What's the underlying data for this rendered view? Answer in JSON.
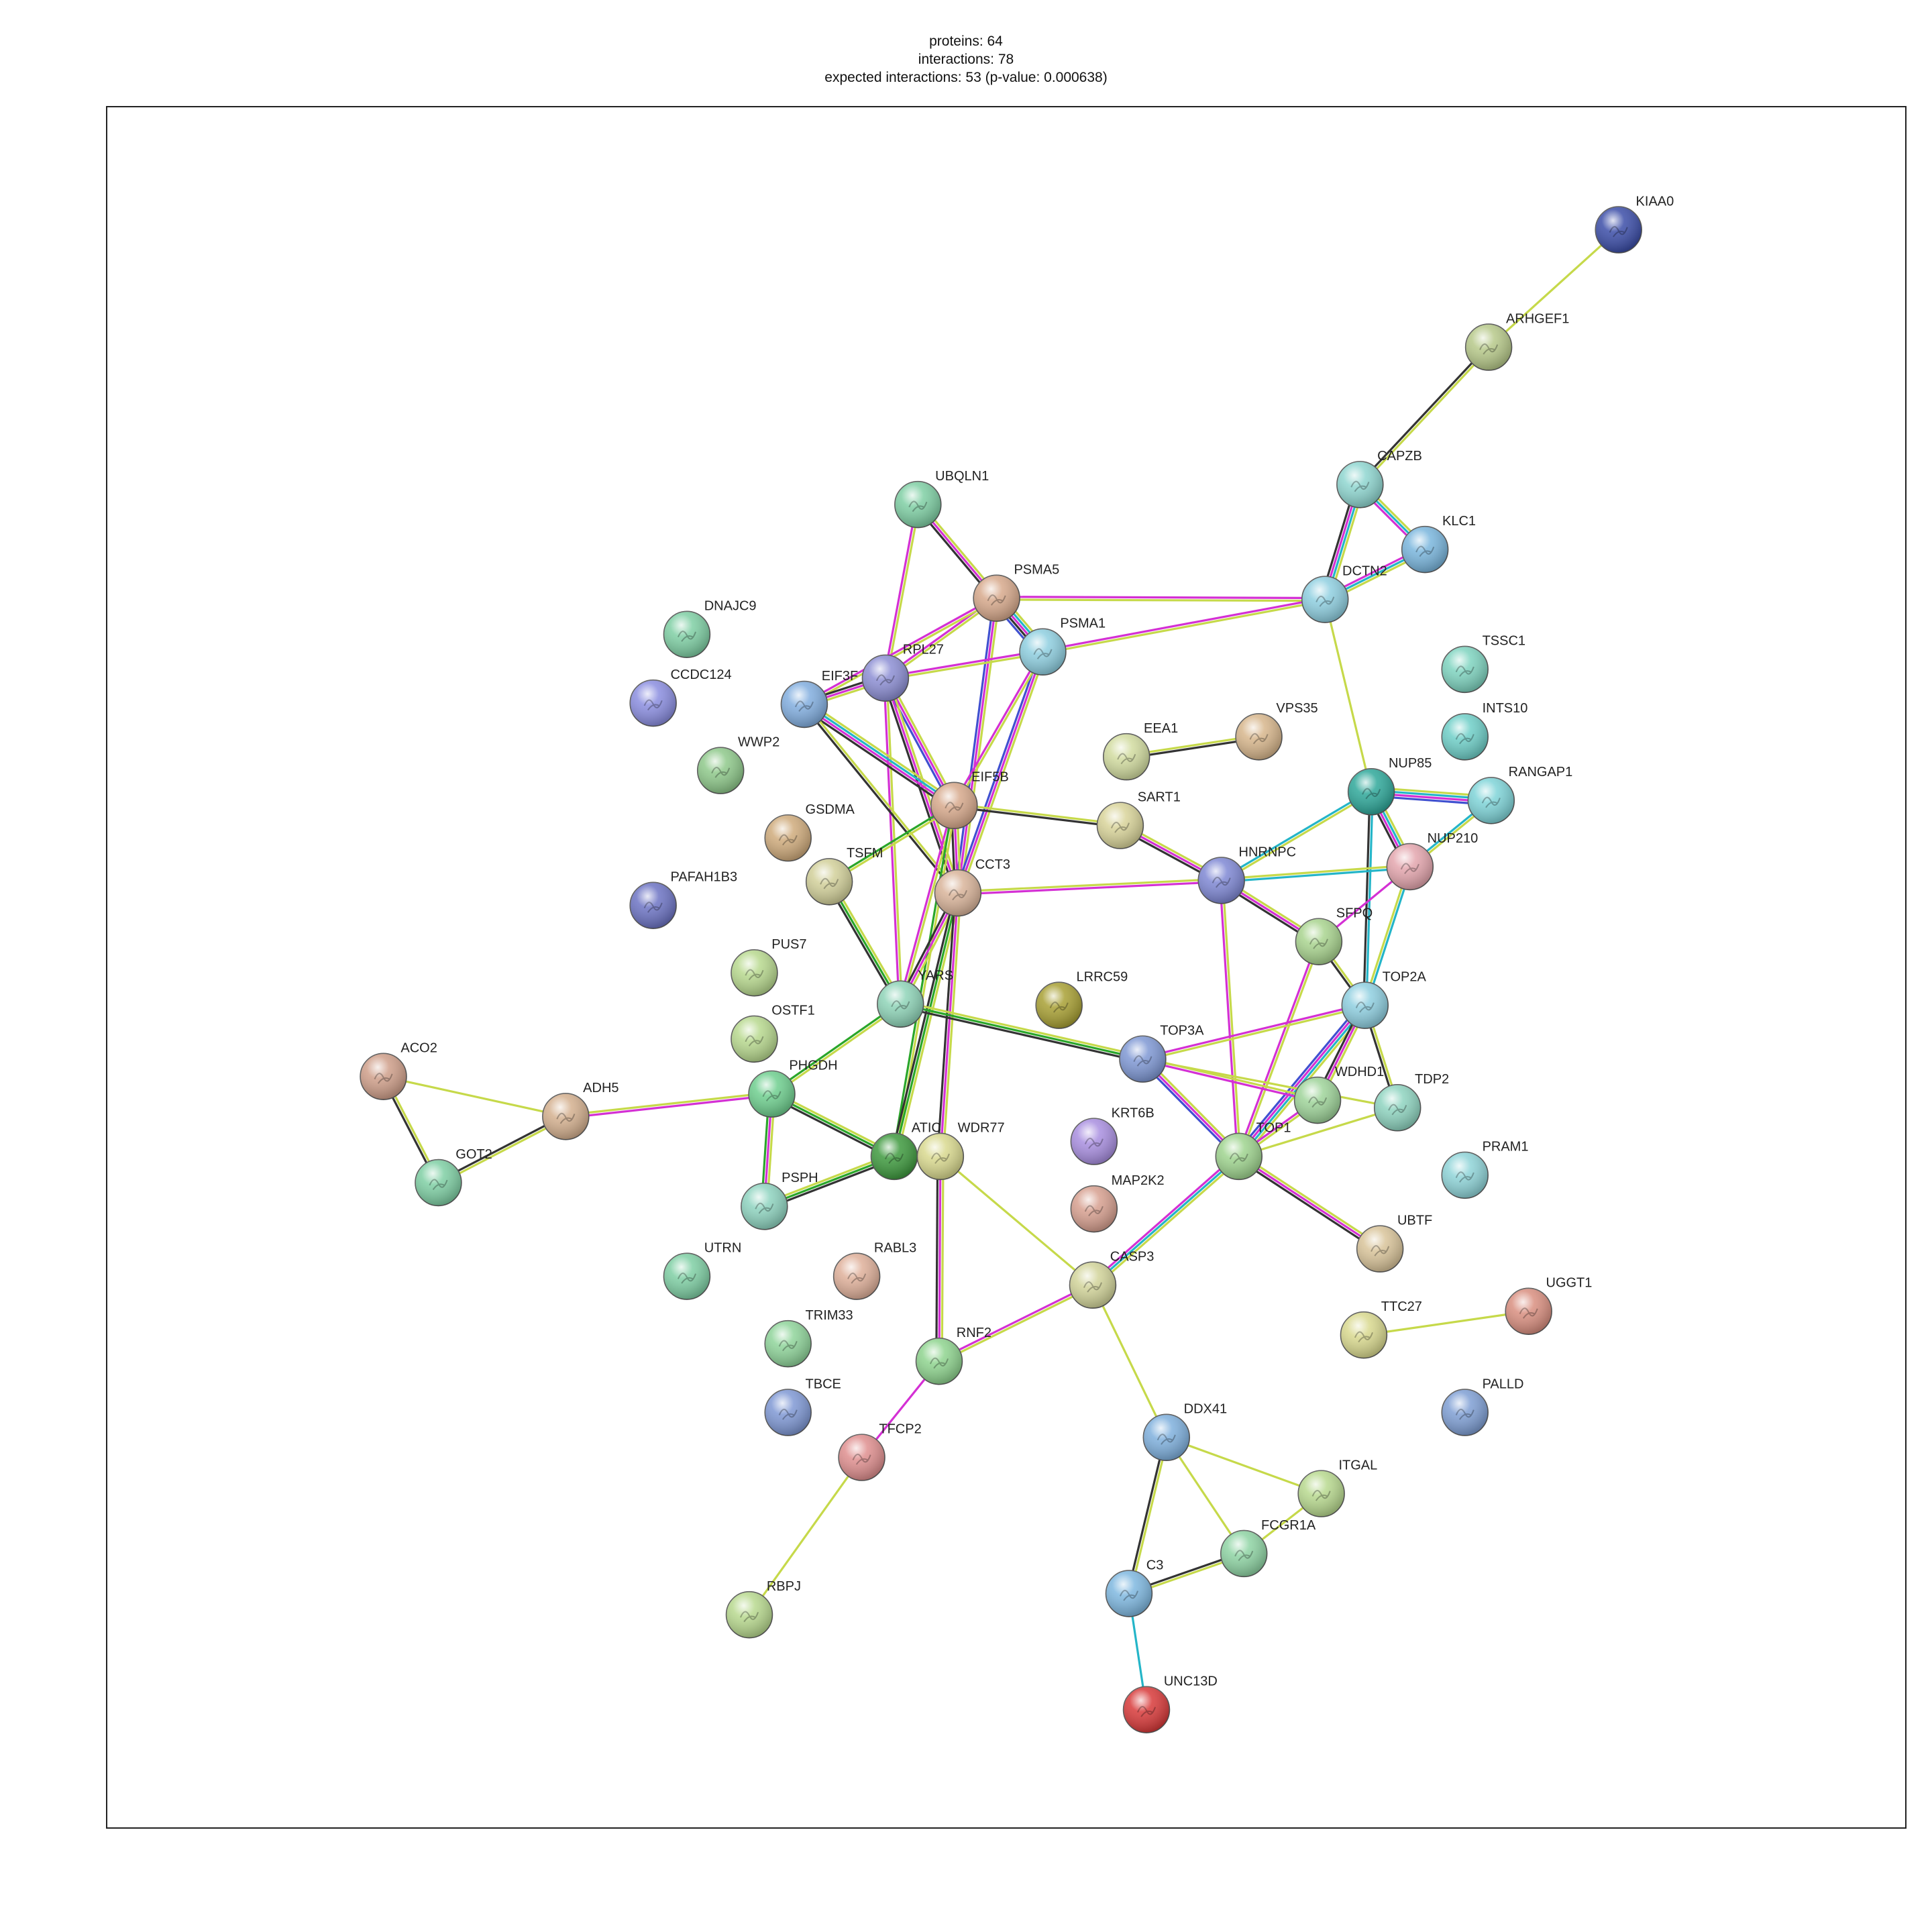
{
  "header": {
    "proteins_line": "proteins: 64",
    "interactions_line": "interactions: 78",
    "expected_line": "expected interactions: 53 (p-value: 0.000638)"
  },
  "edge_colors": {
    "text_mining": "#c6d94a",
    "experiments": "#d430d4",
    "databases": "#24b5c8",
    "coexpression": "#333333",
    "neighborhood": "#2aa62a",
    "homology": "#4050d0"
  },
  "nodes": [
    {
      "id": "KIAA0",
      "label": "KIAA0",
      "color": "#3c4ea8"
    },
    {
      "id": "ARHGEF1",
      "label": "ARHGEF1",
      "color": "#b7c98a"
    },
    {
      "id": "CAPZB",
      "label": "CAPZB",
      "color": "#8fd6d0"
    },
    {
      "id": "KLC1",
      "label": "KLC1",
      "color": "#7ab6dd"
    },
    {
      "id": "DCTN2",
      "label": "DCTN2",
      "color": "#8fcfe0"
    },
    {
      "id": "UBQLN1",
      "label": "UBQLN1",
      "color": "#7fcfa4"
    },
    {
      "id": "PSMA5",
      "label": "PSMA5",
      "color": "#d7a98c"
    },
    {
      "id": "PSMA1",
      "label": "PSMA1",
      "color": "#8fcfe0"
    },
    {
      "id": "RPL27",
      "label": "RPL27",
      "color": "#8d8fd4"
    },
    {
      "id": "EIF3F",
      "label": "EIF3F",
      "color": "#82aedf"
    },
    {
      "id": "DNAJC9",
      "label": "DNAJC9",
      "color": "#7fcfa4"
    },
    {
      "id": "CCDC124",
      "label": "CCDC124",
      "color": "#8b8ee0"
    },
    {
      "id": "WWP2",
      "label": "WWP2",
      "color": "#8fc98b"
    },
    {
      "id": "TSSC1",
      "label": "TSSC1",
      "color": "#7fd4c0"
    },
    {
      "id": "INTS10",
      "label": "INTS10",
      "color": "#6fcfc8"
    },
    {
      "id": "EEA1",
      "label": "EEA1",
      "color": "#d2dca0"
    },
    {
      "id": "VPS35",
      "label": "VPS35",
      "color": "#d7b68c"
    },
    {
      "id": "NUP85",
      "label": "NUP85",
      "color": "#2fa89a"
    },
    {
      "id": "RANGAP1",
      "label": "RANGAP1",
      "color": "#7fd4d8"
    },
    {
      "id": "EIF5B",
      "label": "EIF5B",
      "color": "#d7a98c"
    },
    {
      "id": "SART1",
      "label": "SART1",
      "color": "#d9d49a"
    },
    {
      "id": "GSDMA",
      "label": "GSDMA",
      "color": "#cfab7c"
    },
    {
      "id": "TSFM",
      "label": "TSFM",
      "color": "#d2d09a"
    },
    {
      "id": "CCT3",
      "label": "CCT3",
      "color": "#d9b49a"
    },
    {
      "id": "HNRNPC",
      "label": "HNRNPC",
      "color": "#7f88d4"
    },
    {
      "id": "NUP210",
      "label": "NUP210",
      "color": "#e4a6ae"
    },
    {
      "id": "PAFAH1B3",
      "label": "PAFAH1B3",
      "color": "#6d74c4"
    },
    {
      "id": "SFPQ",
      "label": "SFPQ",
      "color": "#a9d48f"
    },
    {
      "id": "PUS7",
      "label": "PUS7",
      "color": "#b8d98f"
    },
    {
      "id": "YARS",
      "label": "YARS",
      "color": "#8fd4b8"
    },
    {
      "id": "LRRC59",
      "label": "LRRC59",
      "color": "#a8a034"
    },
    {
      "id": "TOP2A",
      "label": "TOP2A",
      "color": "#8fcfe0"
    },
    {
      "id": "OSTF1",
      "label": "OSTF1",
      "color": "#b8d98f"
    },
    {
      "id": "TOP3A",
      "label": "TOP3A",
      "color": "#7f98d4"
    },
    {
      "id": "ACO2",
      "label": "ACO2",
      "color": "#cf9f8a"
    },
    {
      "id": "PHGDH",
      "label": "PHGDH",
      "color": "#6fcf8f"
    },
    {
      "id": "ADH5",
      "label": "ADH5",
      "color": "#d4b08f"
    },
    {
      "id": "WDHD1",
      "label": "WDHD1",
      "color": "#9fd49a"
    },
    {
      "id": "TDP2",
      "label": "TDP2",
      "color": "#8fd4c0"
    },
    {
      "id": "KRT6B",
      "label": "KRT6B",
      "color": "#a98fe0"
    },
    {
      "id": "ATIC",
      "label": "ATIC",
      "color": "#3f9a3f"
    },
    {
      "id": "WDR77",
      "label": "WDR77",
      "color": "#d9d98f"
    },
    {
      "id": "TOP1",
      "label": "TOP1",
      "color": "#9fd48f"
    },
    {
      "id": "GOT2",
      "label": "GOT2",
      "color": "#7fcfa4"
    },
    {
      "id": "PSPH",
      "label": "PSPH",
      "color": "#8fd4c0"
    },
    {
      "id": "PRAM1",
      "label": "PRAM1",
      "color": "#8fd4d8"
    },
    {
      "id": "MAP2K2",
      "label": "MAP2K2",
      "color": "#d7a090"
    },
    {
      "id": "UBTF",
      "label": "UBTF",
      "color": "#d9c49a"
    },
    {
      "id": "UTRN",
      "label": "UTRN",
      "color": "#7fcfa4"
    },
    {
      "id": "RABL3",
      "label": "RABL3",
      "color": "#dfb09a"
    },
    {
      "id": "CASP3",
      "label": "CASP3",
      "color": "#d2d49a"
    },
    {
      "id": "UGGT1",
      "label": "UGGT1",
      "color": "#d98f80"
    },
    {
      "id": "TTC27",
      "label": "TTC27",
      "color": "#d9d98f"
    },
    {
      "id": "TRIM33",
      "label": "TRIM33",
      "color": "#8fd49a"
    },
    {
      "id": "RNF2",
      "label": "RNF2",
      "color": "#8fd48f"
    },
    {
      "id": "TBCE",
      "label": "TBCE",
      "color": "#7f98d4"
    },
    {
      "id": "PALLD",
      "label": "PALLD",
      "color": "#7f9fd4"
    },
    {
      "id": "TFCP2",
      "label": "TFCP2",
      "color": "#df8f8f"
    },
    {
      "id": "DDX41",
      "label": "DDX41",
      "color": "#7fb0dd"
    },
    {
      "id": "ITGAL",
      "label": "ITGAL",
      "color": "#b8d98f"
    },
    {
      "id": "FCGR1A",
      "label": "FCGR1A",
      "color": "#8fd4a4"
    },
    {
      "id": "C3",
      "label": "C3",
      "color": "#7fb8e0"
    },
    {
      "id": "RBPJ",
      "label": "RBPJ",
      "color": "#b8d98f"
    },
    {
      "id": "UNC13D",
      "label": "UNC13D",
      "color": "#d83a3a"
    }
  ],
  "edges": [
    {
      "from": "KIAA0",
      "to": "ARHGEF1",
      "types": [
        "text_mining"
      ]
    },
    {
      "from": "ARHGEF1",
      "to": "CAPZB",
      "types": [
        "text_mining",
        "coexpression"
      ]
    },
    {
      "from": "CAPZB",
      "to": "KLC1",
      "types": [
        "text_mining",
        "databases",
        "experiments"
      ]
    },
    {
      "from": "CAPZB",
      "to": "DCTN2",
      "types": [
        "text_mining",
        "databases",
        "experiments",
        "coexpression"
      ]
    },
    {
      "from": "KLC1",
      "to": "DCTN2",
      "types": [
        "text_mining",
        "databases",
        "experiments"
      ]
    },
    {
      "from": "DCTN2",
      "to": "PSMA5",
      "types": [
        "text_mining",
        "experiments"
      ]
    },
    {
      "from": "DCTN2",
      "to": "PSMA1",
      "types": [
        "text_mining",
        "experiments"
      ]
    },
    {
      "from": "DCTN2",
      "to": "NUP85",
      "types": [
        "text_mining"
      ]
    },
    {
      "from": "UBQLN1",
      "to": "PSMA5",
      "types": [
        "text_mining",
        "experiments",
        "coexpression"
      ]
    },
    {
      "from": "UBQLN1",
      "to": "RPL27",
      "types": [
        "text_mining",
        "experiments"
      ]
    },
    {
      "from": "PSMA5",
      "to": "PSMA1",
      "types": [
        "text_mining",
        "databases",
        "experiments",
        "coexpression",
        "homology"
      ]
    },
    {
      "from": "PSMA5",
      "to": "RPL27",
      "types": [
        "text_mining",
        "experiments"
      ]
    },
    {
      "from": "PSMA5",
      "to": "EIF3F",
      "types": [
        "text_mining",
        "experiments"
      ]
    },
    {
      "from": "PSMA5",
      "to": "CCT3",
      "types": [
        "text_mining",
        "experiments",
        "homology"
      ]
    },
    {
      "from": "PSMA1",
      "to": "RPL27",
      "types": [
        "text_mining",
        "experiments"
      ]
    },
    {
      "from": "PSMA1",
      "to": "CCT3",
      "types": [
        "text_mining",
        "experiments",
        "homology"
      ]
    },
    {
      "from": "PSMA1",
      "to": "EIF5B",
      "types": [
        "text_mining",
        "experiments"
      ]
    },
    {
      "from": "RPL27",
      "to": "EIF3F",
      "types": [
        "text_mining",
        "experiments",
        "coexpression"
      ]
    },
    {
      "from": "RPL27",
      "to": "EIF5B",
      "types": [
        "text_mining",
        "experiments",
        "homology"
      ]
    },
    {
      "from": "RPL27",
      "to": "CCT3",
      "types": [
        "text_mining",
        "experiments",
        "coexpression"
      ]
    },
    {
      "from": "RPL27",
      "to": "YARS",
      "types": [
        "text_mining",
        "experiments"
      ]
    },
    {
      "from": "EIF3F",
      "to": "EIF5B",
      "types": [
        "text_mining",
        "databases",
        "experiments",
        "coexpression"
      ]
    },
    {
      "from": "EIF3F",
      "to": "CCT3",
      "types": [
        "text_mining",
        "coexpression"
      ]
    },
    {
      "from": "EEA1",
      "to": "VPS35",
      "types": [
        "text_mining",
        "coexpression"
      ]
    },
    {
      "from": "EIF5B",
      "to": "SART1",
      "types": [
        "text_mining",
        "coexpression"
      ]
    },
    {
      "from": "EIF5B",
      "to": "TSFM",
      "types": [
        "text_mining",
        "neighborhood"
      ]
    },
    {
      "from": "EIF5B",
      "to": "CCT3",
      "types": [
        "text_mining",
        "experiments",
        "coexpression"
      ]
    },
    {
      "from": "EIF5B",
      "to": "YARS",
      "types": [
        "text_mining",
        "experiments"
      ]
    },
    {
      "from": "EIF5B",
      "to": "ATIC",
      "types": [
        "text_mining",
        "neighborhood"
      ]
    },
    {
      "from": "SART1",
      "to": "HNRNPC",
      "types": [
        "text_mining",
        "experiments",
        "coexpression"
      ]
    },
    {
      "from": "TSFM",
      "to": "YARS",
      "types": [
        "text_mining",
        "neighborhood",
        "coexpression"
      ]
    },
    {
      "from": "CCT3",
      "to": "HNRNPC",
      "types": [
        "text_mining",
        "experiments"
      ]
    },
    {
      "from": "CCT3",
      "to": "YARS",
      "types": [
        "text_mining",
        "experiments",
        "coexpression"
      ]
    },
    {
      "from": "CCT3",
      "to": "ATIC",
      "types": [
        "text_mining",
        "neighborhood",
        "coexpression"
      ]
    },
    {
      "from": "CCT3",
      "to": "WDR77",
      "types": [
        "text_mining",
        "experiments",
        "coexpression"
      ]
    },
    {
      "from": "NUP85",
      "to": "RANGAP1",
      "types": [
        "text_mining",
        "databases",
        "experiments",
        "homology"
      ]
    },
    {
      "from": "NUP85",
      "to": "NUP210",
      "types": [
        "text_mining",
        "databases",
        "experiments",
        "coexpression"
      ]
    },
    {
      "from": "NUP85",
      "to": "HNRNPC",
      "types": [
        "text_mining",
        "databases"
      ]
    },
    {
      "from": "NUP85",
      "to": "TOP2A",
      "types": [
        "databases",
        "coexpression"
      ]
    },
    {
      "from": "RANGAP1",
      "to": "NUP210",
      "types": [
        "text_mining",
        "databases"
      ]
    },
    {
      "from": "HNRNPC",
      "to": "NUP210",
      "types": [
        "text_mining",
        "databases"
      ]
    },
    {
      "from": "HNRNPC",
      "to": "SFPQ",
      "types": [
        "text_mining",
        "experiments",
        "coexpression"
      ]
    },
    {
      "from": "HNRNPC",
      "to": "TOP1",
      "types": [
        "text_mining",
        "experiments"
      ]
    },
    {
      "from": "NUP210",
      "to": "SFPQ",
      "types": [
        "experiments"
      ]
    },
    {
      "from": "NUP210",
      "to": "TOP2A",
      "types": [
        "databases",
        "text_mining"
      ]
    },
    {
      "from": "SFPQ",
      "to": "TOP2A",
      "types": [
        "text_mining",
        "coexpression"
      ]
    },
    {
      "from": "SFPQ",
      "to": "TOP1",
      "types": [
        "text_mining",
        "experiments"
      ]
    },
    {
      "from": "YARS",
      "to": "PHGDH",
      "types": [
        "text_mining",
        "neighborhood"
      ]
    },
    {
      "from": "YARS",
      "to": "TOP3A",
      "types": [
        "text_mining",
        "neighborhood",
        "coexpression"
      ]
    },
    {
      "from": "TOP2A",
      "to": "TOP3A",
      "types": [
        "text_mining",
        "experiments"
      ]
    },
    {
      "from": "TOP2A",
      "to": "TOP1",
      "types": [
        "text_mining",
        "databases",
        "experiments",
        "homology"
      ]
    },
    {
      "from": "TOP2A",
      "to": "WDHD1",
      "types": [
        "text_mining",
        "experiments",
        "coexpression"
      ]
    },
    {
      "from": "TOP2A",
      "to": "TDP2",
      "types": [
        "text_mining",
        "coexpression"
      ]
    },
    {
      "from": "TOP3A",
      "to": "TOP1",
      "types": [
        "text_mining",
        "experiments",
        "homology"
      ]
    },
    {
      "from": "TOP3A",
      "to": "WDHD1",
      "types": [
        "text_mining",
        "experiments"
      ]
    },
    {
      "from": "TOP3A",
      "to": "TDP2",
      "types": [
        "text_mining"
      ]
    },
    {
      "from": "WDHD1",
      "to": "TOP1",
      "types": [
        "text_mining",
        "experiments"
      ]
    },
    {
      "from": "TDP2",
      "to": "TOP1",
      "types": [
        "text_mining"
      ]
    },
    {
      "from": "TOP1",
      "to": "UBTF",
      "types": [
        "text_mining",
        "experiments",
        "coexpression"
      ]
    },
    {
      "from": "TOP1",
      "to": "CASP3",
      "types": [
        "text_mining",
        "databases",
        "experiments"
      ]
    },
    {
      "from": "ACO2",
      "to": "ADH5",
      "types": [
        "text_mining"
      ]
    },
    {
      "from": "ACO2",
      "to": "GOT2",
      "types": [
        "text_mining",
        "coexpression"
      ]
    },
    {
      "from": "ADH5",
      "to": "GOT2",
      "types": [
        "text_mining",
        "coexpression"
      ]
    },
    {
      "from": "ADH5",
      "to": "PHGDH",
      "types": [
        "text_mining",
        "experiments"
      ]
    },
    {
      "from": "PHGDH",
      "to": "PSPH",
      "types": [
        "text_mining",
        "experiments",
        "neighborhood"
      ]
    },
    {
      "from": "PHGDH",
      "to": "ATIC",
      "types": [
        "text_mining",
        "neighborhood",
        "coexpression"
      ]
    },
    {
      "from": "PSPH",
      "to": "ATIC",
      "types": [
        "text_mining",
        "neighborhood",
        "coexpression"
      ]
    },
    {
      "from": "ATIC",
      "to": "WDR77",
      "types": [
        "text_mining"
      ]
    },
    {
      "from": "WDR77",
      "to": "RNF2",
      "types": [
        "text_mining",
        "experiments",
        "coexpression"
      ]
    },
    {
      "from": "WDR77",
      "to": "CASP3",
      "types": [
        "text_mining"
      ]
    },
    {
      "from": "CASP3",
      "to": "RNF2",
      "types": [
        "text_mining",
        "experiments"
      ]
    },
    {
      "from": "CASP3",
      "to": "DDX41",
      "types": [
        "text_mining"
      ]
    },
    {
      "from": "RNF2",
      "to": "TFCP2",
      "types": [
        "experiments"
      ]
    },
    {
      "from": "TFCP2",
      "to": "RBPJ",
      "types": [
        "text_mining"
      ]
    },
    {
      "from": "TTC27",
      "to": "UGGT1",
      "types": [
        "text_mining"
      ]
    },
    {
      "from": "DDX41",
      "to": "ITGAL",
      "types": [
        "text_mining"
      ]
    },
    {
      "from": "DDX41",
      "to": "FCGR1A",
      "types": [
        "text_mining"
      ]
    },
    {
      "from": "DDX41",
      "to": "C3",
      "types": [
        "text_mining",
        "coexpression"
      ]
    },
    {
      "from": "ITGAL",
      "to": "FCGR1A",
      "types": [
        "text_mining"
      ]
    },
    {
      "from": "FCGR1A",
      "to": "C3",
      "types": [
        "text_mining",
        "coexpression"
      ]
    },
    {
      "from": "C3",
      "to": "UNC13D",
      "types": [
        "databases"
      ]
    }
  ]
}
